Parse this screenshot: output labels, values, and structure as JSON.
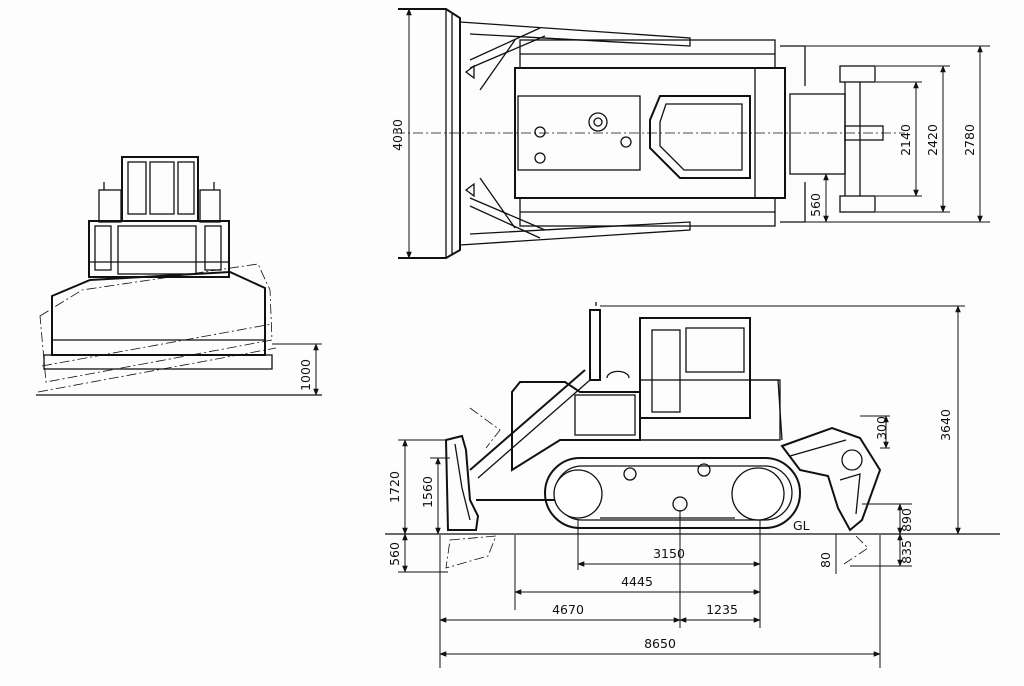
{
  "views": {
    "front": {
      "dims": {
        "raise": "1000"
      }
    },
    "top": {
      "dims": {
        "width": "4030",
        "track_gauge": "2140",
        "ripper_inner": "2420",
        "ripper_outer": "2780",
        "ripper_offset": "560"
      }
    },
    "side": {
      "dims": {
        "height": "3640",
        "ripper_top": "300",
        "blade_lift": "1720",
        "blade_height": "1560",
        "blade_drop": "560",
        "ripper_lift": "890",
        "ripper_depth": "835",
        "grouser": "80",
        "track_contact": "3150",
        "track_length": "4445",
        "front_to_sprocket": "4670",
        "sprocket_to_rear": "1235",
        "overall_length": "8650",
        "ground_label": "GL"
      }
    }
  }
}
